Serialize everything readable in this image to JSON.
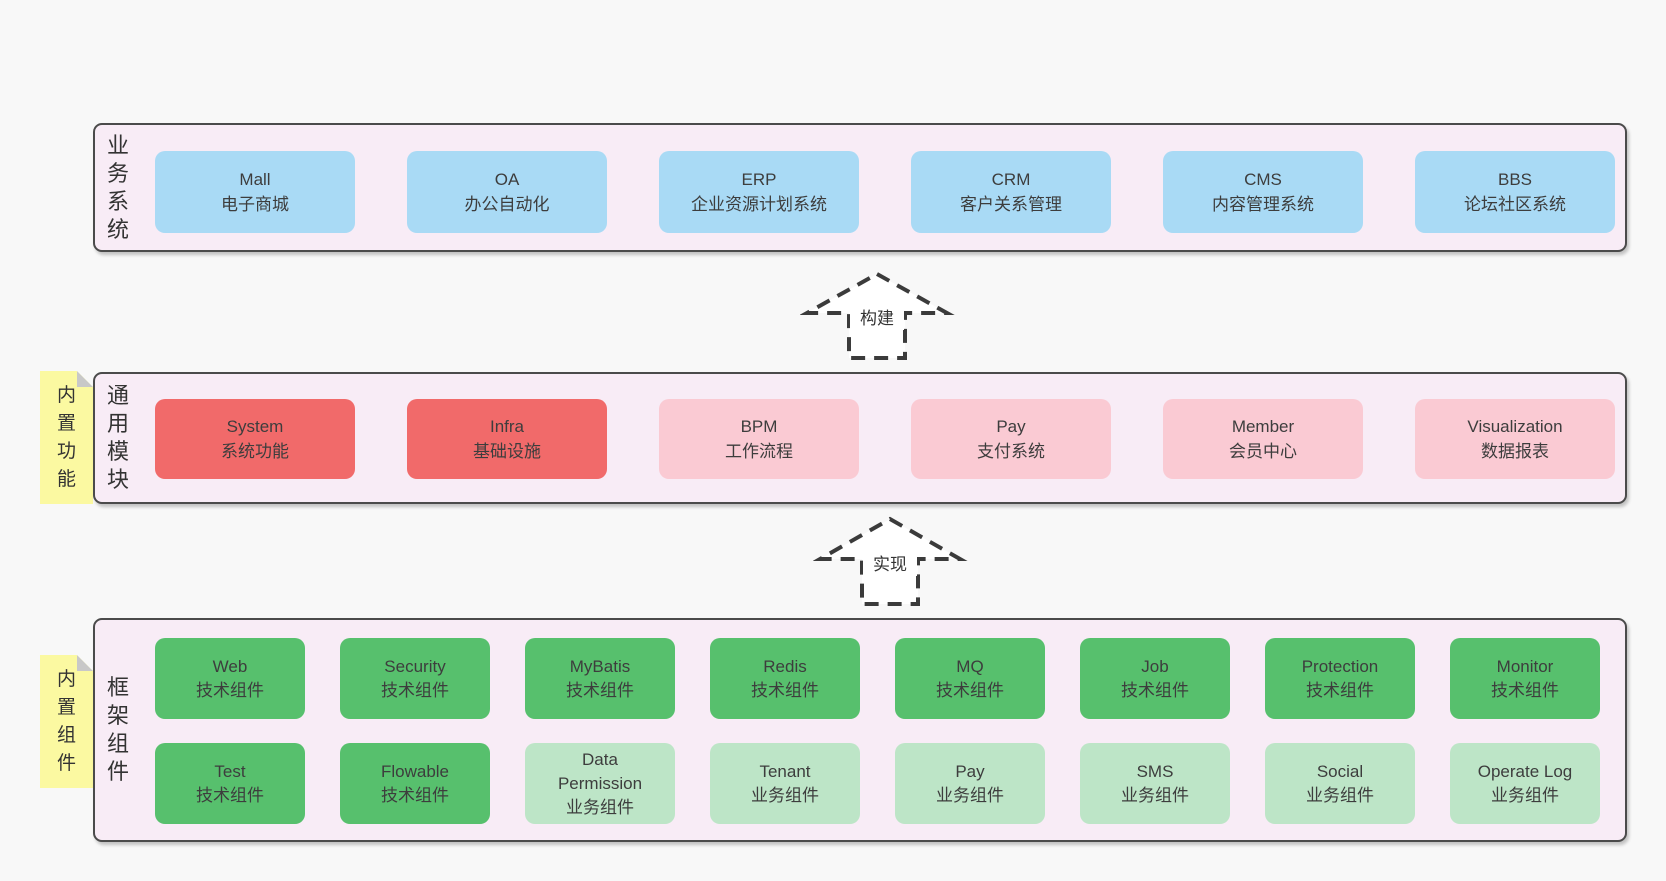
{
  "colors": {
    "page_bg": "#f8f8f8",
    "layer_bg": "#f8ecf6",
    "layer_border": "#4b4b4b",
    "box_blue": "#a9daf5",
    "box_red": "#f16a6a",
    "box_pink": "#facad3",
    "box_green_dark": "#57c06d",
    "box_green_light": "#bde5c7",
    "note_yellow": "#fbf9a1",
    "note_fold_gray": "#c8c8c8",
    "text": "#3d3d3d",
    "arrow_dash": "#3b3b3b"
  },
  "layers": [
    {
      "label": "业务系统",
      "boxes": [
        {
          "name": "Mall",
          "desc": "电子商城",
          "variant": "blue"
        },
        {
          "name": "OA",
          "desc": "办公自动化",
          "variant": "blue"
        },
        {
          "name": "ERP",
          "desc": "企业资源计划系统",
          "variant": "blue"
        },
        {
          "name": "CRM",
          "desc": "客户关系管理",
          "variant": "blue"
        },
        {
          "name": "CMS",
          "desc": "内容管理系统",
          "variant": "blue"
        },
        {
          "name": "BBS",
          "desc": "论坛社区系统",
          "variant": "blue"
        }
      ]
    },
    {
      "note": "内置功能",
      "label": "通用模块",
      "boxes": [
        {
          "name": "System",
          "desc": "系统功能",
          "variant": "red"
        },
        {
          "name": "Infra",
          "desc": "基础设施",
          "variant": "red"
        },
        {
          "name": "BPM",
          "desc": "工作流程",
          "variant": "pink"
        },
        {
          "name": "Pay",
          "desc": "支付系统",
          "variant": "pink"
        },
        {
          "name": "Member",
          "desc": "会员中心",
          "variant": "pink"
        },
        {
          "name": "Visualization",
          "desc": "数据报表",
          "variant": "pink"
        }
      ]
    },
    {
      "note": "内置组件",
      "label": "框架组件",
      "rows": [
        [
          {
            "name": "Web",
            "desc": "技术组件",
            "variant": "green-dark"
          },
          {
            "name": "Security",
            "desc": "技术组件",
            "variant": "green-dark"
          },
          {
            "name": "MyBatis",
            "desc": "技术组件",
            "variant": "green-dark"
          },
          {
            "name": "Redis",
            "desc": "技术组件",
            "variant": "green-dark"
          },
          {
            "name": "MQ",
            "desc": "技术组件",
            "variant": "green-dark"
          },
          {
            "name": "Job",
            "desc": "技术组件",
            "variant": "green-dark"
          },
          {
            "name": "Protection",
            "desc": "技术组件",
            "variant": "green-dark"
          },
          {
            "name": "Monitor",
            "desc": "技术组件",
            "variant": "green-dark"
          }
        ],
        [
          {
            "name": "Test",
            "desc": "技术组件",
            "variant": "green-dark"
          },
          {
            "name": "Flowable",
            "desc": "技术组件",
            "variant": "green-dark"
          },
          {
            "name": "Data\nPermission",
            "desc": "业务组件",
            "variant": "green-light"
          },
          {
            "name": "Tenant",
            "desc": "业务组件",
            "variant": "green-light"
          },
          {
            "name": "Pay",
            "desc": "业务组件",
            "variant": "green-light"
          },
          {
            "name": "SMS",
            "desc": "业务组件",
            "variant": "green-light"
          },
          {
            "name": "Social",
            "desc": "业务组件",
            "variant": "green-light"
          },
          {
            "name": "Operate Log",
            "desc": "业务组件",
            "variant": "green-light"
          }
        ]
      ]
    }
  ],
  "arrows": [
    {
      "label": "构建"
    },
    {
      "label": "实现"
    }
  ]
}
